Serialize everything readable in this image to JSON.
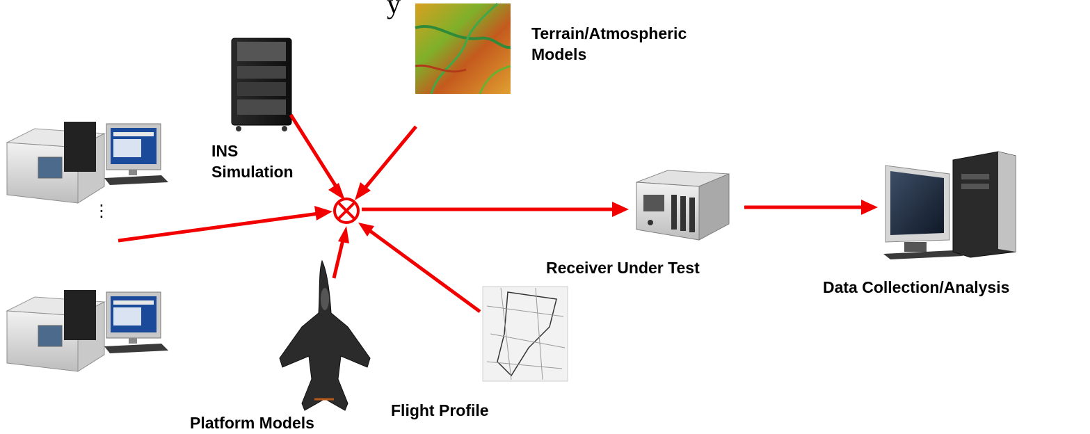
{
  "labels": {
    "terrain_line1": "Terrain/Atmospheric",
    "terrain_line2": "Models",
    "ins_line1": "INS",
    "ins_line2": "Simulation",
    "receiver": "Receiver Under Test",
    "data_collection": "Data Collection/Analysis",
    "platform_models": "Platform Models",
    "flight_profile": "Flight Profile",
    "top_partial_glyph": "y",
    "ellipsis": "⋮"
  },
  "icons": {
    "simulator_top": "signal-simulator-workstation-icon",
    "simulator_bottom": "signal-simulator-workstation-icon",
    "ins_rack": "ins-rack-unit-icon",
    "terrain_map": "terrain-map-icon",
    "aircraft": "fighter-jet-icon",
    "flight_map": "flight-profile-map-icon",
    "receiver": "gps-receiver-icon",
    "analysis_pc": "desktop-computer-icon",
    "combiner": "summing-junction-icon"
  },
  "colors": {
    "arrow": "#f20000",
    "text": "#000000",
    "background": "#ffffff"
  }
}
